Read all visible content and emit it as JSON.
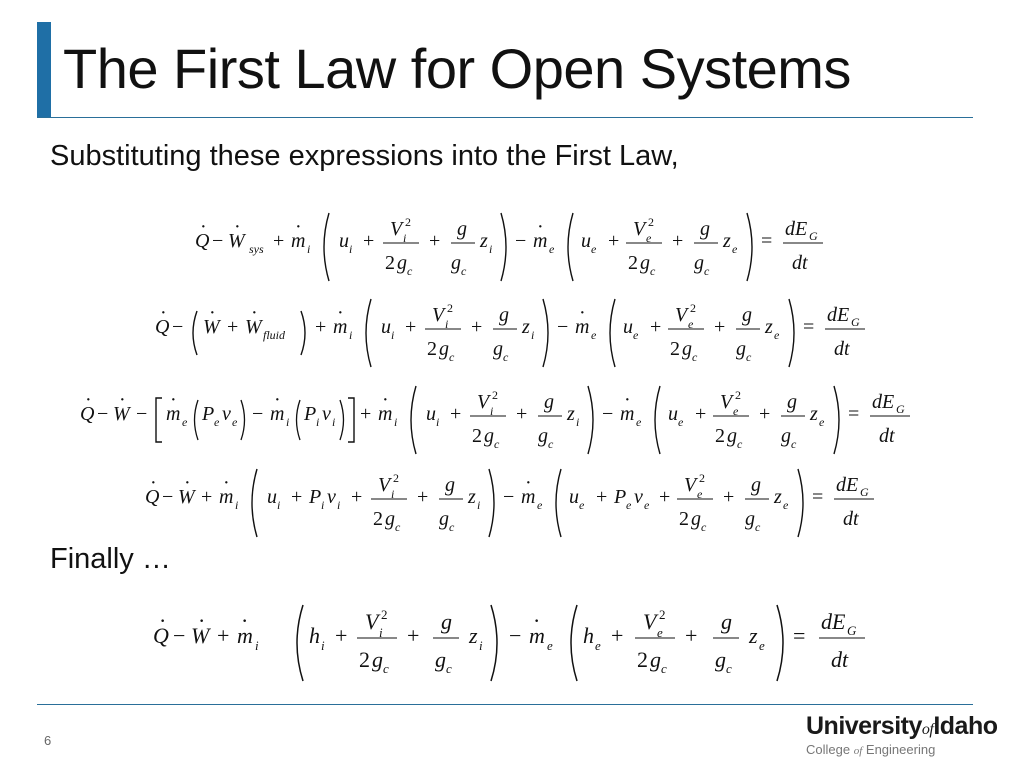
{
  "slide": {
    "title": "The First Law for Open Systems",
    "intro": "Substituting these expressions into the First Law,",
    "finally": "Finally …",
    "page_number": "6"
  },
  "logo": {
    "main_left": "University",
    "main_of": "of",
    "main_right": "Idaho",
    "sub_left": "College",
    "sub_of": "of",
    "sub_right": "Engineering"
  },
  "colors": {
    "accent": "#1f6fa6",
    "rule": "#2a6f99",
    "text": "#111111"
  },
  "equations": [
    "Q̇ − Ẇ_sys + ṁ_i (u_i + V_i²/2g_c + g/g_c z_i) − ṁ_e (u_e + V_e²/2g_c + g/g_c z_e) = dE_G/dt",
    "Q̇ − (Ẇ + Ẇ_fluid) + ṁ_i (u_i + V_i²/2g_c + g/g_c z_i) − ṁ_e (u_e + V_e²/2g_c + g/g_c z_e) = dE_G/dt",
    "Q̇ − Ẇ − [ṁ_e (P_e v_e) − ṁ_i (P_i v_i)] + ṁ_i (u_i + V_i²/2g_c + g/g_c z_i) − ṁ_e (u_e + V_e²/2g_c + g/g_c z_e) = dE_G/dt",
    "Q̇ − Ẇ + ṁ_i (u_i + P_i v_i + V_i²/2g_c + g/g_c z_i) − ṁ_e (u_e + P_e v_e + V_e²/2g_c + g/g_c z_e) = dE_G/dt",
    "Q̇ − Ẇ + ṁ_i (h_i + V_i²/2g_c + g/g_c z_i) − ṁ_e (h_e + V_e²/2g_c + g/g_c z_e) = dE_G/dt"
  ]
}
